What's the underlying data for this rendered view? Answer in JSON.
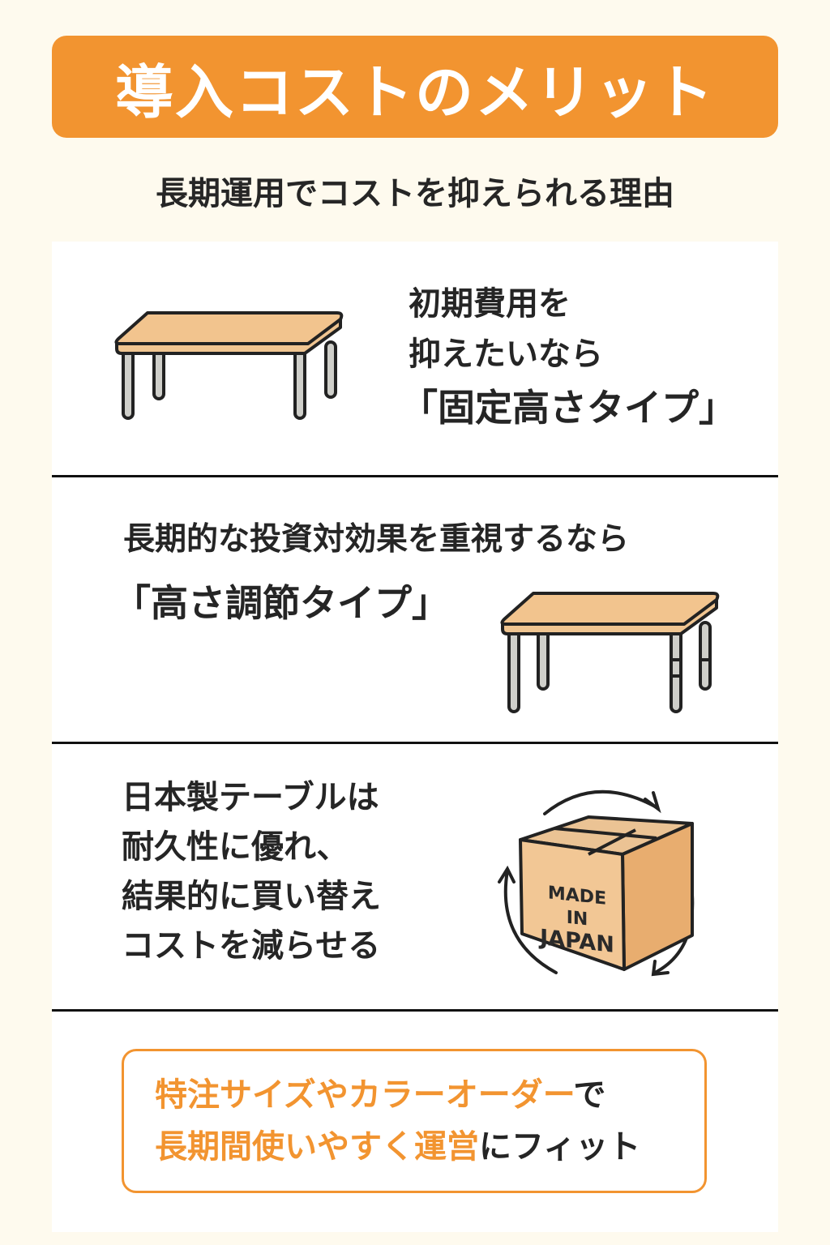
{
  "header": {
    "title": "導入コストのメリット",
    "subtitle": "長期運用でコストを抑えられる理由"
  },
  "sections": [
    {
      "lines": [
        "初期費用を",
        "抑えたいなら"
      ],
      "highlight": "「固定高さタイプ」",
      "illustration": "fixed-height-table-icon"
    },
    {
      "lines": [
        "長期的な投資対効果を重視するなら"
      ],
      "highlight": "「高さ調節タイプ」",
      "illustration": "adjustable-height-table-icon"
    },
    {
      "lines": [
        "日本製テーブルは",
        "耐久性に優れ、",
        "結果的に買い替え",
        "コストを減らせる"
      ],
      "illustration": "made-in-japan-box-icon",
      "box_label": [
        "MADE IN",
        "JAPAN"
      ]
    }
  ],
  "cta": {
    "line1_orange": "特注サイズやカラーオーダー",
    "line1_dark": "で",
    "line2_orange": "長期間使いやすく運営",
    "line2_dark": "にフィット"
  },
  "colors": {
    "accent": "#f29430",
    "background": "#fefaee",
    "card": "#ffffff",
    "text": "#252525",
    "wood": "#f0c591",
    "leg": "#cfcfca"
  }
}
